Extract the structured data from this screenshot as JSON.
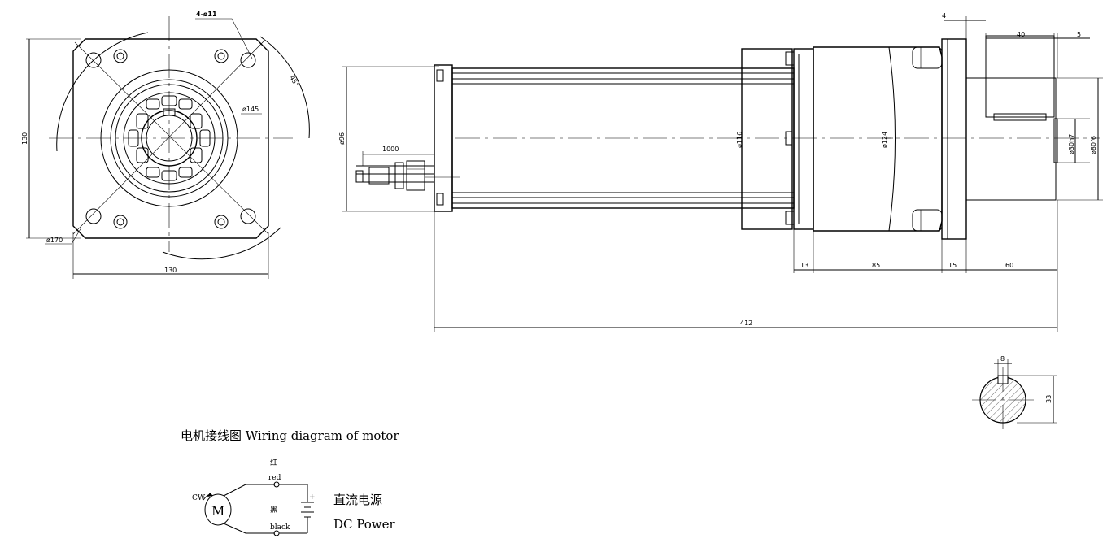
{
  "front_view": {
    "holes_note": "4-ø11",
    "angle": "45°",
    "pcd": "ø145",
    "outer_dia": "ø170",
    "height": "130",
    "width": "130"
  },
  "side_view": {
    "body_dia": "ø96",
    "cable_length": "1000",
    "dia_116": "ø116",
    "dia_124": "ø124",
    "shaft_dia": "ø30h7",
    "pilot_dia": "ø80f6",
    "top_4": "4",
    "top_40": "40",
    "top_5": "5",
    "seg_13": "13",
    "seg_85": "85",
    "seg_15": "15",
    "seg_60": "60",
    "total": "412"
  },
  "shaft_section": {
    "key_width": "8",
    "key_height": "33"
  },
  "wiring": {
    "title": "电机接线图 Wiring diagram of motor",
    "red_cn": "红",
    "red_en": "red",
    "black_cn": "黑",
    "black_en": "black",
    "cw": "CW",
    "motor": "M",
    "plus": "+",
    "power_cn": "直流电源",
    "power_en": "DC Power"
  }
}
